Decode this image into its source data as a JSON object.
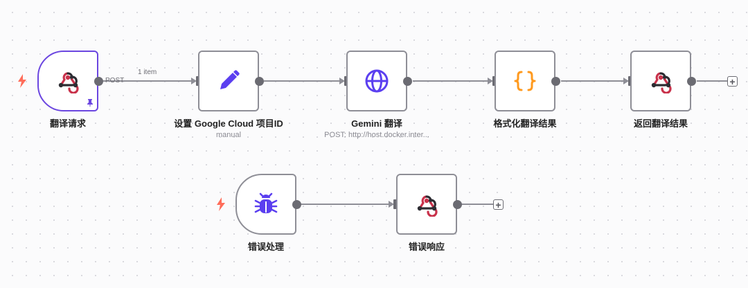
{
  "workflow": {
    "nodes": [
      {
        "id": "webhook-request",
        "label": "翻译请求",
        "icon": "webhook-icon",
        "trigger": true,
        "selected": true,
        "pinned": true
      },
      {
        "id": "set-project",
        "label": "设置 Google Cloud 项目ID",
        "subtitle": "manual",
        "icon": "pencil-icon"
      },
      {
        "id": "gemini",
        "label": "Gemini 翻译",
        "subtitle": "POST: http://host.docker.inter...",
        "icon": "globe-icon"
      },
      {
        "id": "format",
        "label": "格式化翻译结果",
        "icon": "code-braces-icon"
      },
      {
        "id": "respond",
        "label": "返回翻译结果",
        "icon": "webhook-icon"
      },
      {
        "id": "error-trigger",
        "label": "错误处理",
        "icon": "bug-icon",
        "trigger": true
      },
      {
        "id": "error-respond",
        "label": "错误响应",
        "icon": "webhook-icon"
      }
    ],
    "edges": [
      {
        "from": "webhook-request",
        "to": "set-project",
        "label": "1 item",
        "output_label": "POST"
      }
    ]
  },
  "colors": {
    "selected_border": "#6b46e0",
    "node_border": "#8e8e96",
    "port": "#6b6b72",
    "trigger_bolt": "#ff6d5a",
    "icon_purple": "#5b3ff0",
    "icon_orange": "#ff9a1f",
    "webhook_red": "#c9324b",
    "webhook_dark": "#2c2c32"
  }
}
